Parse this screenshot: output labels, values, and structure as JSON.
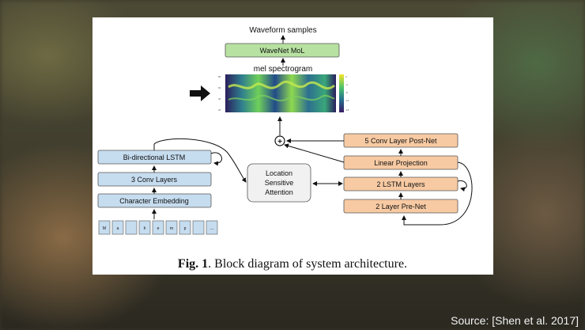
{
  "diagram": {
    "waveform_label": "Waveform samples",
    "wavenet_label": "WaveNet MoL",
    "mel_label": "mel spectrogram",
    "post_net_label": "5 Conv Layer Post-Net",
    "linear_proj_label": "Linear Projection",
    "lstm2_label": "2 LSTM Layers",
    "prenet_label": "2 Layer Pre-Net",
    "attention_label": [
      "Location",
      "Sensitive",
      "Attention"
    ],
    "bilstm_label": "Bi-directional LSTM",
    "conv3_label": "3 Conv Layers",
    "char_embed_label": "Character Embedding",
    "char_tokens": [
      "M",
      "a",
      "",
      "h",
      "e",
      "m",
      "p",
      "",
      "...."
    ],
    "sum_symbol": "+"
  },
  "caption": {
    "bold": "Fig. 1",
    "text": ". Block diagram of system architecture."
  },
  "source_label": "Source: [Shen et al. 2017]",
  "colors": {
    "green_fill": "#b7e1a1",
    "blue_fill": "#c6dcef",
    "orange_fill": "#f7caa3",
    "gray_fill": "#f1f1f1"
  }
}
